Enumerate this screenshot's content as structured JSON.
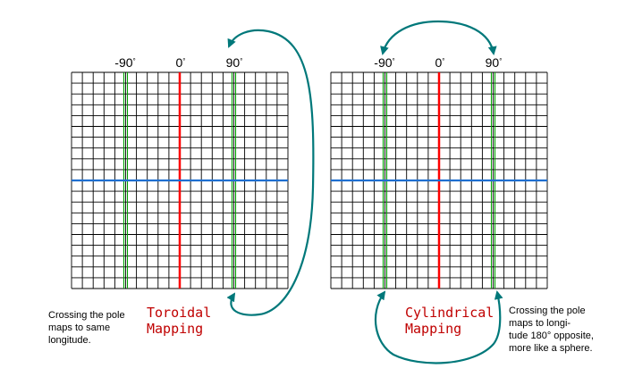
{
  "left_panel": {
    "labels": {
      "minus90": "-90",
      "zero": "0",
      "plus90": "90"
    },
    "title_line1": "Toroidal",
    "title_line2": "Mapping",
    "note": [
      "Crossing the pole",
      "maps to same",
      "longitude."
    ]
  },
  "right_panel": {
    "labels": {
      "minus90": "-90",
      "zero": "0",
      "plus90": "90"
    },
    "title_line1": "Cylindrical",
    "title_line2": "Mapping",
    "note": [
      "Crossing the pole",
      "maps to  longi-",
      "tude 180° opposite,",
      "more like a sphere."
    ]
  },
  "degree_symbol": "°",
  "colors": {
    "grid": "#000000",
    "meridian_zero": "#ff0000",
    "meridian_90": "#00a000",
    "equator": "#1f6fd0",
    "arrow": "#00787a",
    "title": "#c00000"
  }
}
